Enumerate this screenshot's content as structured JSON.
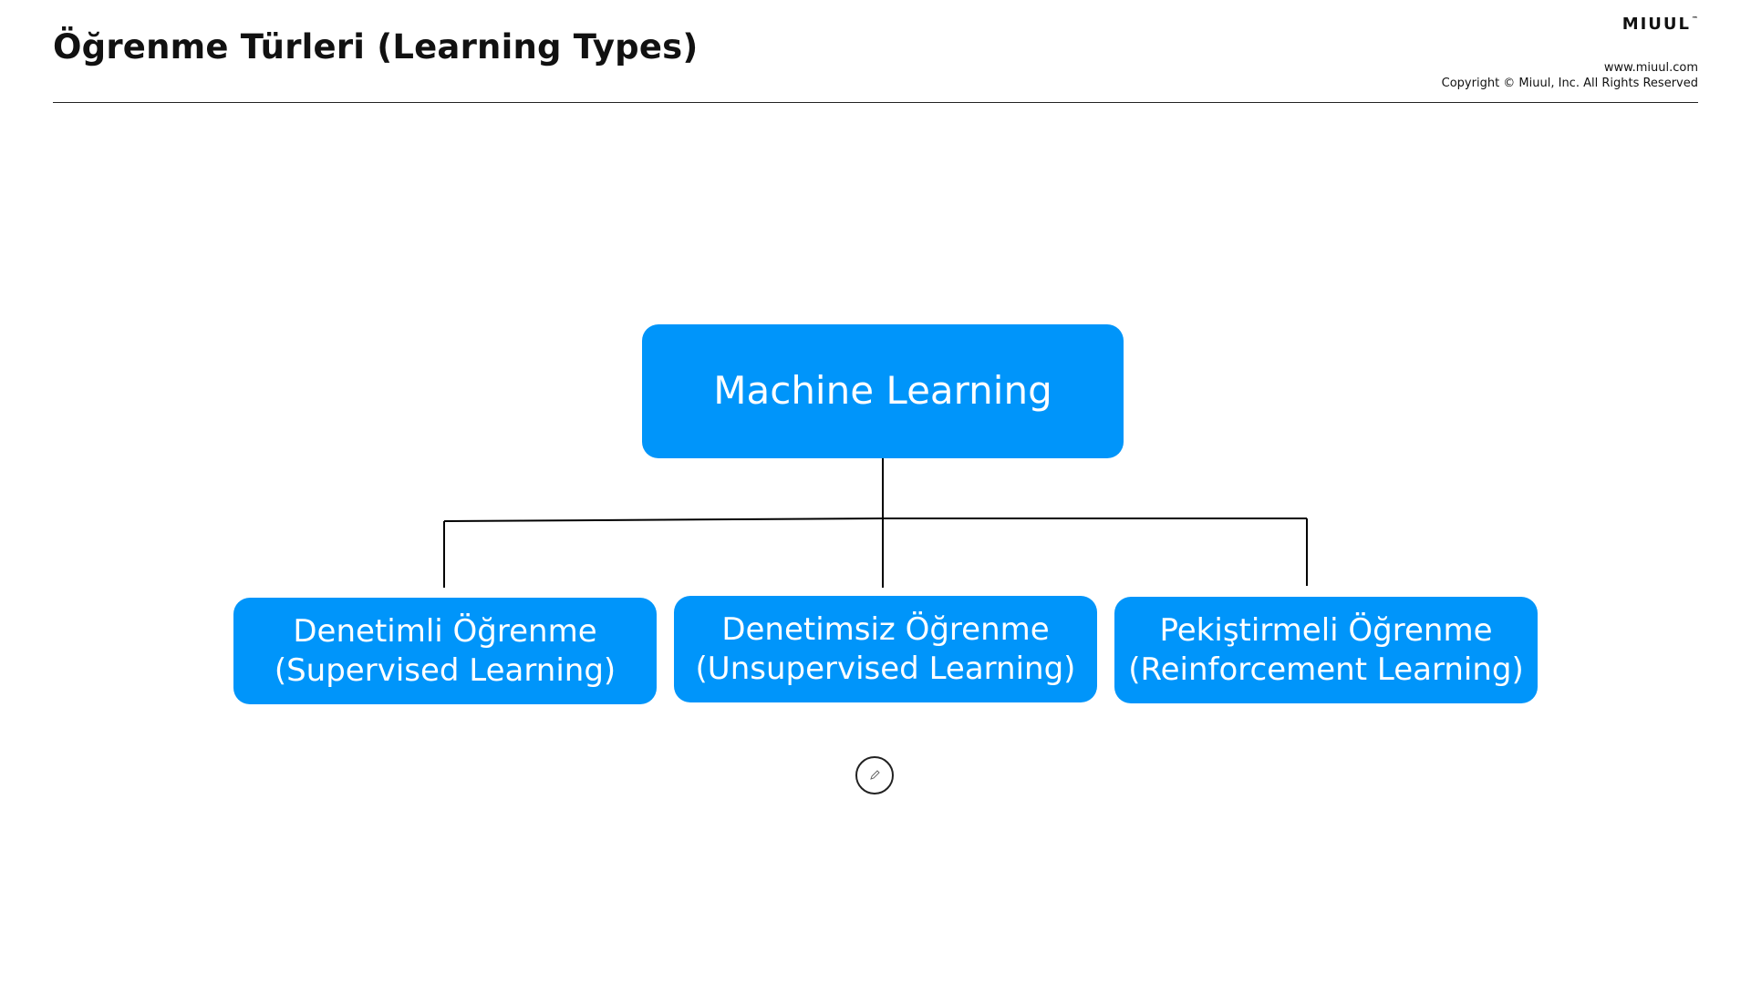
{
  "header": {
    "title": "Öğrenme Türleri (Learning Types)",
    "brand": "MIUUL",
    "brand_mark": "™",
    "website": "www.miuul.com",
    "copyright": "Copyright © Miuul, Inc. All Rights Reserved"
  },
  "diagram": {
    "root": "Machine Learning",
    "children": [
      {
        "line1": "Denetimli Öğrenme",
        "line2": "(Supervised Learning)"
      },
      {
        "line1": "Denetimsiz Öğrenme",
        "line2": "(Unsupervised Learning)"
      },
      {
        "line1": "Pekiştirmeli Öğrenme",
        "line2": "(Reinforcement Learning)"
      }
    ]
  },
  "controls": {
    "pen_icon": "pen-icon"
  },
  "colors": {
    "node_fill": "#0095fa",
    "node_text": "#ffffff",
    "connector": "#000000",
    "text": "#111111"
  }
}
